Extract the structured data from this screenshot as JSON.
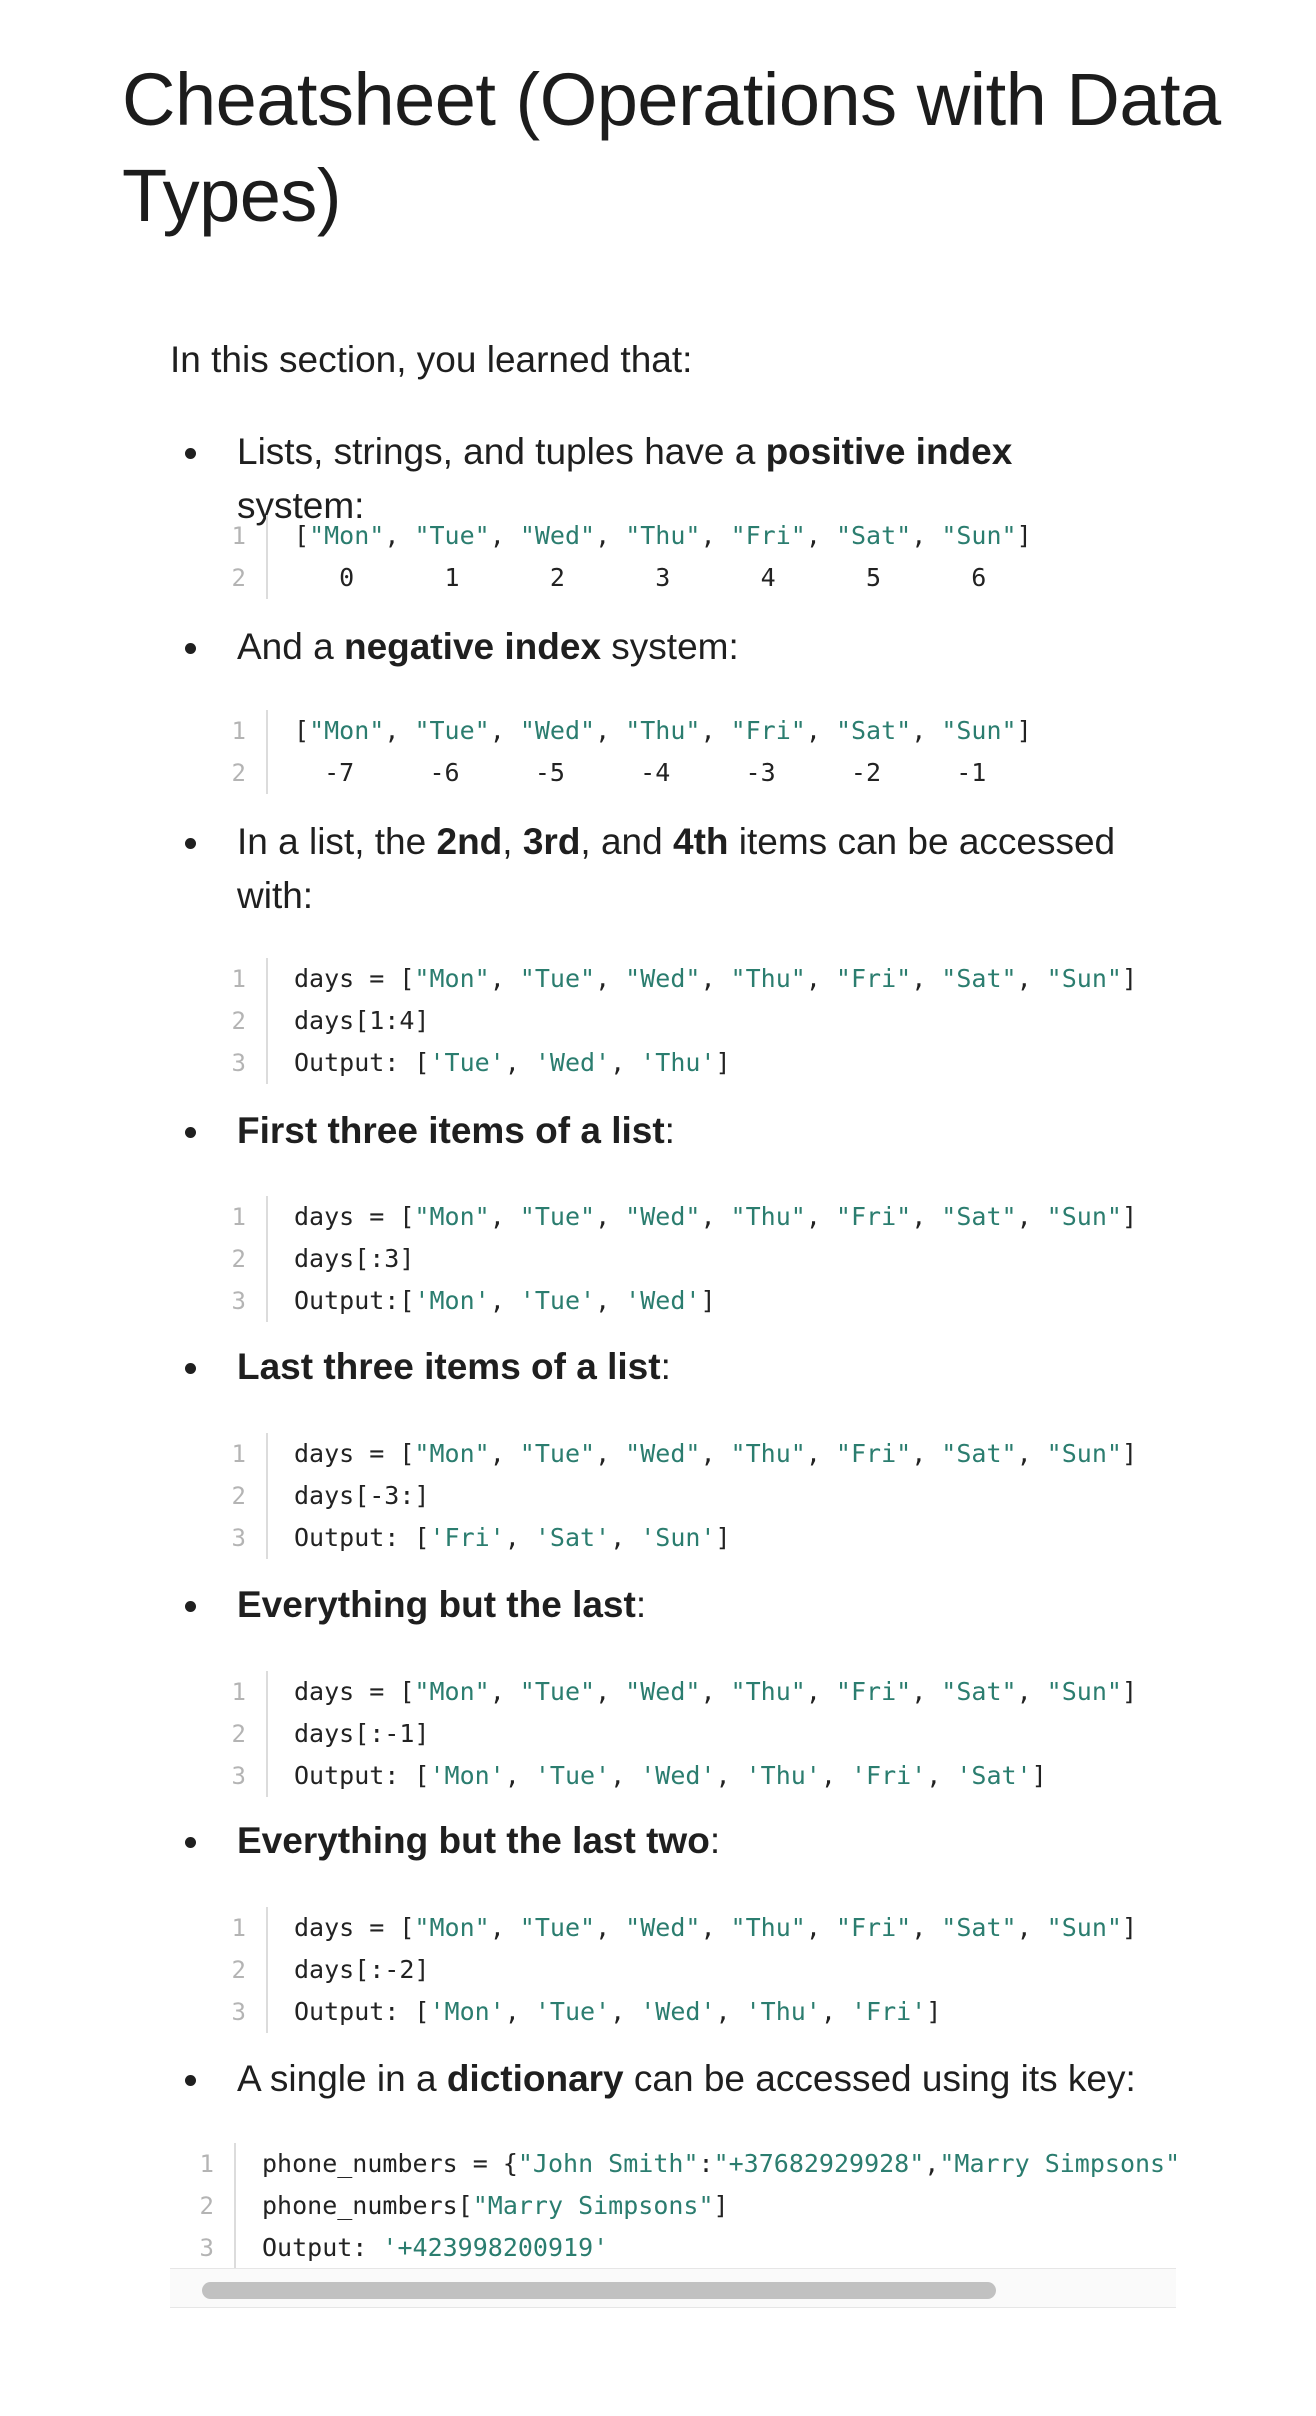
{
  "title": "Cheatsheet (Operations with Data Types)",
  "intro": "In this section, you learned that:",
  "bullets": [
    [
      {
        "t": "Lists, strings, and tuples have a "
      },
      {
        "t": "positive index",
        "b": true
      },
      {
        "t": " system:"
      }
    ],
    [
      {
        "t": "And a "
      },
      {
        "t": "negative index",
        "b": true
      },
      {
        "t": " system:"
      }
    ],
    [
      {
        "t": "In a list, the "
      },
      {
        "t": "2nd",
        "b": true
      },
      {
        "t": ", "
      },
      {
        "t": "3rd",
        "b": true
      },
      {
        "t": ", and "
      },
      {
        "t": "4th",
        "b": true
      },
      {
        "t": " items can be accessed with:"
      }
    ],
    [
      {
        "t": "First three items of a list",
        "b": true
      },
      {
        "t": ":"
      }
    ],
    [
      {
        "t": "Last three items of a list",
        "b": true
      },
      {
        "t": ":"
      }
    ],
    [
      {
        "t": "Everything but the last",
        "b": true
      },
      {
        "t": ":"
      }
    ],
    [
      {
        "t": "Everything but the last two",
        "b": true
      },
      {
        "t": ":"
      }
    ],
    [
      {
        "t": "A single in a "
      },
      {
        "t": "dictionary",
        "b": true
      },
      {
        "t": " can be accessed using its key:"
      }
    ]
  ],
  "code_blocks": [
    [
      [
        {
          "t": "["
        },
        {
          "t": "\"Mon\"",
          "s": 1
        },
        {
          "t": ", "
        },
        {
          "t": "\"Tue\"",
          "s": 1
        },
        {
          "t": ", "
        },
        {
          "t": "\"Wed\"",
          "s": 1
        },
        {
          "t": ", "
        },
        {
          "t": "\"Thu\"",
          "s": 1
        },
        {
          "t": ", "
        },
        {
          "t": "\"Fri\"",
          "s": 1
        },
        {
          "t": ", "
        },
        {
          "t": "\"Sat\"",
          "s": 1
        },
        {
          "t": ", "
        },
        {
          "t": "\"Sun\"",
          "s": 1
        },
        {
          "t": "]"
        }
      ],
      [
        {
          "t": "   0      1      2      3      4      5      6"
        }
      ]
    ],
    [
      [
        {
          "t": "["
        },
        {
          "t": "\"Mon\"",
          "s": 1
        },
        {
          "t": ", "
        },
        {
          "t": "\"Tue\"",
          "s": 1
        },
        {
          "t": ", "
        },
        {
          "t": "\"Wed\"",
          "s": 1
        },
        {
          "t": ", "
        },
        {
          "t": "\"Thu\"",
          "s": 1
        },
        {
          "t": ", "
        },
        {
          "t": "\"Fri\"",
          "s": 1
        },
        {
          "t": ", "
        },
        {
          "t": "\"Sat\"",
          "s": 1
        },
        {
          "t": ", "
        },
        {
          "t": "\"Sun\"",
          "s": 1
        },
        {
          "t": "]"
        }
      ],
      [
        {
          "t": "  -7     -6     -5     -4     -3     -2     -1"
        }
      ]
    ],
    [
      [
        {
          "t": "days = ["
        },
        {
          "t": "\"Mon\"",
          "s": 1
        },
        {
          "t": ", "
        },
        {
          "t": "\"Tue\"",
          "s": 1
        },
        {
          "t": ", "
        },
        {
          "t": "\"Wed\"",
          "s": 1
        },
        {
          "t": ", "
        },
        {
          "t": "\"Thu\"",
          "s": 1
        },
        {
          "t": ", "
        },
        {
          "t": "\"Fri\"",
          "s": 1
        },
        {
          "t": ", "
        },
        {
          "t": "\"Sat\"",
          "s": 1
        },
        {
          "t": ", "
        },
        {
          "t": "\"Sun\"",
          "s": 1
        },
        {
          "t": "]"
        }
      ],
      [
        {
          "t": "days[1:4]"
        }
      ],
      [
        {
          "t": "Output: ["
        },
        {
          "t": "'Tue'",
          "s": 1
        },
        {
          "t": ", "
        },
        {
          "t": "'Wed'",
          "s": 1
        },
        {
          "t": ", "
        },
        {
          "t": "'Thu'",
          "s": 1
        },
        {
          "t": "]"
        }
      ]
    ],
    [
      [
        {
          "t": "days = ["
        },
        {
          "t": "\"Mon\"",
          "s": 1
        },
        {
          "t": ", "
        },
        {
          "t": "\"Tue\"",
          "s": 1
        },
        {
          "t": ", "
        },
        {
          "t": "\"Wed\"",
          "s": 1
        },
        {
          "t": ", "
        },
        {
          "t": "\"Thu\"",
          "s": 1
        },
        {
          "t": ", "
        },
        {
          "t": "\"Fri\"",
          "s": 1
        },
        {
          "t": ", "
        },
        {
          "t": "\"Sat\"",
          "s": 1
        },
        {
          "t": ", "
        },
        {
          "t": "\"Sun\"",
          "s": 1
        },
        {
          "t": "]"
        }
      ],
      [
        {
          "t": "days[:3]"
        }
      ],
      [
        {
          "t": "Output:["
        },
        {
          "t": "'Mon'",
          "s": 1
        },
        {
          "t": ", "
        },
        {
          "t": "'Tue'",
          "s": 1
        },
        {
          "t": ", "
        },
        {
          "t": "'Wed'",
          "s": 1
        },
        {
          "t": "]"
        }
      ]
    ],
    [
      [
        {
          "t": "days = ["
        },
        {
          "t": "\"Mon\"",
          "s": 1
        },
        {
          "t": ", "
        },
        {
          "t": "\"Tue\"",
          "s": 1
        },
        {
          "t": ", "
        },
        {
          "t": "\"Wed\"",
          "s": 1
        },
        {
          "t": ", "
        },
        {
          "t": "\"Thu\"",
          "s": 1
        },
        {
          "t": ", "
        },
        {
          "t": "\"Fri\"",
          "s": 1
        },
        {
          "t": ", "
        },
        {
          "t": "\"Sat\"",
          "s": 1
        },
        {
          "t": ", "
        },
        {
          "t": "\"Sun\"",
          "s": 1
        },
        {
          "t": "]"
        }
      ],
      [
        {
          "t": "days[-3:]"
        }
      ],
      [
        {
          "t": "Output: ["
        },
        {
          "t": "'Fri'",
          "s": 1
        },
        {
          "t": ", "
        },
        {
          "t": "'Sat'",
          "s": 1
        },
        {
          "t": ", "
        },
        {
          "t": "'Sun'",
          "s": 1
        },
        {
          "t": "]"
        }
      ]
    ],
    [
      [
        {
          "t": "days = ["
        },
        {
          "t": "\"Mon\"",
          "s": 1
        },
        {
          "t": ", "
        },
        {
          "t": "\"Tue\"",
          "s": 1
        },
        {
          "t": ", "
        },
        {
          "t": "\"Wed\"",
          "s": 1
        },
        {
          "t": ", "
        },
        {
          "t": "\"Thu\"",
          "s": 1
        },
        {
          "t": ", "
        },
        {
          "t": "\"Fri\"",
          "s": 1
        },
        {
          "t": ", "
        },
        {
          "t": "\"Sat\"",
          "s": 1
        },
        {
          "t": ", "
        },
        {
          "t": "\"Sun\"",
          "s": 1
        },
        {
          "t": "]"
        }
      ],
      [
        {
          "t": "days[:-1]"
        }
      ],
      [
        {
          "t": "Output: ["
        },
        {
          "t": "'Mon'",
          "s": 1
        },
        {
          "t": ", "
        },
        {
          "t": "'Tue'",
          "s": 1
        },
        {
          "t": ", "
        },
        {
          "t": "'Wed'",
          "s": 1
        },
        {
          "t": ", "
        },
        {
          "t": "'Thu'",
          "s": 1
        },
        {
          "t": ", "
        },
        {
          "t": "'Fri'",
          "s": 1
        },
        {
          "t": ", "
        },
        {
          "t": "'Sat'",
          "s": 1
        },
        {
          "t": "]"
        }
      ]
    ],
    [
      [
        {
          "t": "days = ["
        },
        {
          "t": "\"Mon\"",
          "s": 1
        },
        {
          "t": ", "
        },
        {
          "t": "\"Tue\"",
          "s": 1
        },
        {
          "t": ", "
        },
        {
          "t": "\"Wed\"",
          "s": 1
        },
        {
          "t": ", "
        },
        {
          "t": "\"Thu\"",
          "s": 1
        },
        {
          "t": ", "
        },
        {
          "t": "\"Fri\"",
          "s": 1
        },
        {
          "t": ", "
        },
        {
          "t": "\"Sat\"",
          "s": 1
        },
        {
          "t": ", "
        },
        {
          "t": "\"Sun\"",
          "s": 1
        },
        {
          "t": "]"
        }
      ],
      [
        {
          "t": "days[:-2]"
        }
      ],
      [
        {
          "t": "Output: ["
        },
        {
          "t": "'Mon'",
          "s": 1
        },
        {
          "t": ", "
        },
        {
          "t": "'Tue'",
          "s": 1
        },
        {
          "t": ", "
        },
        {
          "t": "'Wed'",
          "s": 1
        },
        {
          "t": ", "
        },
        {
          "t": "'Thu'",
          "s": 1
        },
        {
          "t": ", "
        },
        {
          "t": "'Fri'",
          "s": 1
        },
        {
          "t": "]"
        }
      ]
    ],
    [
      [
        {
          "t": "phone_numbers = {"
        },
        {
          "t": "\"John Smith\"",
          "s": 1
        },
        {
          "t": ":"
        },
        {
          "t": "\"+37682929928\"",
          "s": 1
        },
        {
          "t": ","
        },
        {
          "t": "\"Marry Simpsons\"",
          "s": 1
        },
        {
          "t": ":"
        },
        {
          "t": "\"",
          "s": 1
        }
      ],
      [
        {
          "t": "phone_numbers["
        },
        {
          "t": "\"Marry Simpsons\"",
          "s": 1
        },
        {
          "t": "]"
        }
      ],
      [
        {
          "t": "Output: "
        },
        {
          "t": "'+423998200919'",
          "s": 1
        }
      ]
    ]
  ]
}
